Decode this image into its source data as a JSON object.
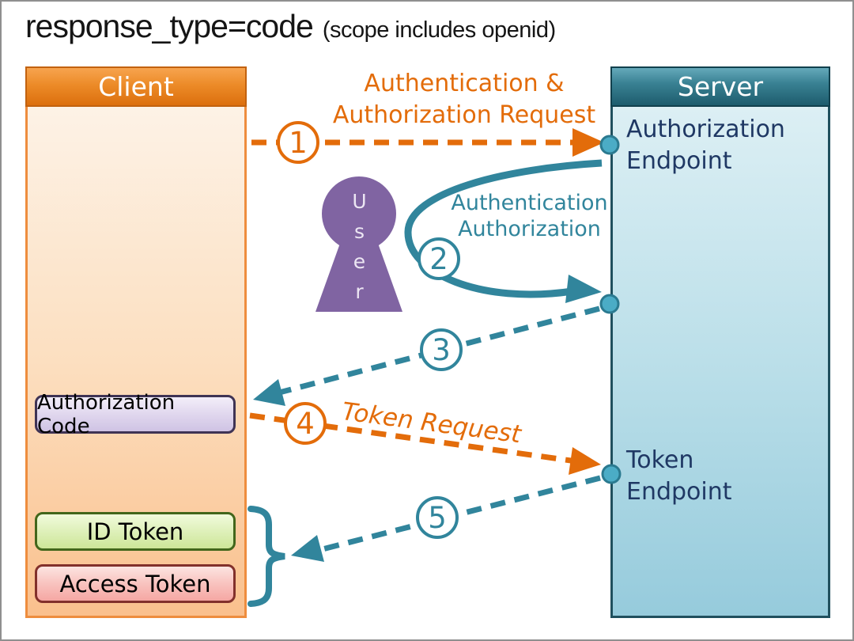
{
  "title": {
    "main": "response_type=code",
    "sub": "(scope includes openid)"
  },
  "client": {
    "title": "Client",
    "authorization_code_label": "Authorization Code",
    "id_token_label": "ID Token",
    "access_token_label": "Access Token"
  },
  "server": {
    "title": "Server",
    "authorization_endpoint_label": "Authorization Endpoint",
    "token_endpoint_label": "Token Endpoint"
  },
  "user": {
    "label": "User"
  },
  "flows": {
    "step1": {
      "number": "1",
      "label": "Authentication &\nAuthorization Request"
    },
    "step2": {
      "number": "2",
      "label": "Authentication\nAuthorization"
    },
    "step3": {
      "number": "3"
    },
    "step4": {
      "number": "4",
      "label": "Token Request"
    },
    "step5": {
      "number": "5"
    }
  },
  "colors": {
    "orange": "#e36c0a",
    "teal": "#31859c",
    "purple": "#8064a2",
    "navy": "#1f3864",
    "dot_fill": "#4bacc6"
  }
}
